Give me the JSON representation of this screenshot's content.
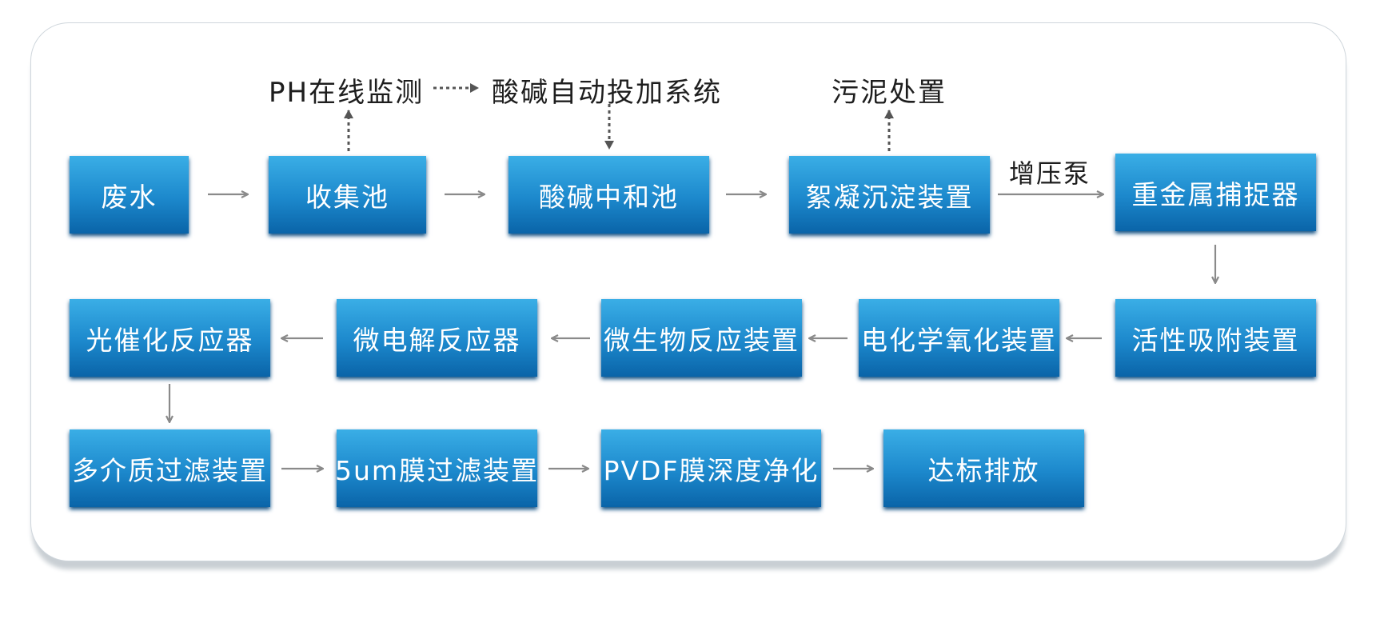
{
  "diagram": {
    "nodes": {
      "waste_water": "废水",
      "collection_tank": "收集池",
      "neutralization_tank": "酸碱中和池",
      "flocculation_device": "絮凝沉淀装置",
      "heavy_metal_catcher": "重金属捕捉器",
      "activated_adsorption": "活性吸附装置",
      "electrochemical_oxidation": "电化学氧化装置",
      "microbial_reactor": "微生物反应装置",
      "micro_electrolysis_reactor": "微电解反应器",
      "photocatalytic_reactor": "光催化反应器",
      "multimedia_filter": "多介质过滤装置",
      "membrane_filter_5um": "5um膜过滤装置",
      "pvdf_purification": "PVDF膜深度净化",
      "discharge": "达标排放"
    },
    "labels": {
      "ph_monitoring": "PH在线监测",
      "acid_base_dosing": "酸碱自动投加系统",
      "sludge_disposal": "污泥处置",
      "booster_pump": "增压泵"
    },
    "colors": {
      "box_top": "#3aaee6",
      "box_mid": "#1c88cc",
      "box_bottom": "#0a64a8",
      "arrow_gray": "#8a8a8a",
      "dashed_arrow": "#555555"
    }
  }
}
